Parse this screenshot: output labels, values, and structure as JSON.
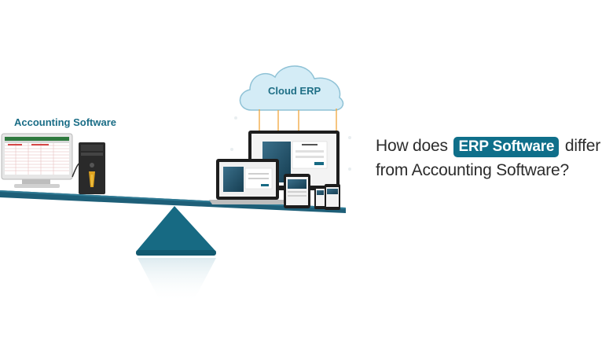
{
  "scene": {
    "left_label": "Accounting Software",
    "cloud_label": "Cloud ERP"
  },
  "headline": {
    "line1_pre": "How does",
    "highlight": "ERP Software",
    "line1_post": "differ",
    "line2": "from Accounting Software?"
  },
  "colors": {
    "teal": "#0f6f8a",
    "cloud_fill": "#d4ecf6",
    "cloud_stroke": "#8fc2d6",
    "connector": "#f0a63c"
  }
}
